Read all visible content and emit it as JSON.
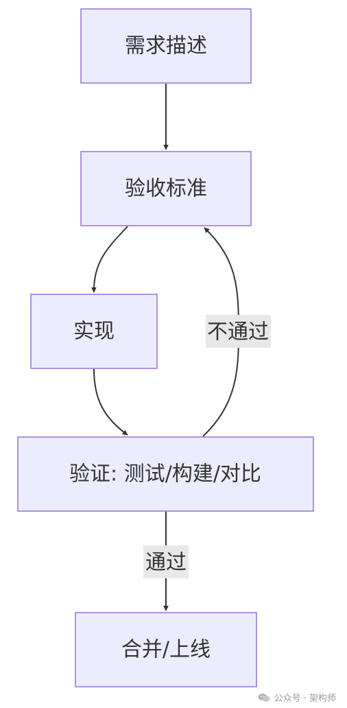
{
  "nodes": {
    "requirement": "需求描述",
    "acceptance": "验收标准",
    "implement": "实现",
    "verify": "验证: 测试/构建/对比",
    "merge": "合并/上线"
  },
  "edges": {
    "fail_label": "不通过",
    "pass_label": "通过"
  },
  "watermark": {
    "text": "公众号 · 架构师"
  },
  "colors": {
    "node_fill": "#ECECFF",
    "node_stroke": "#9370DB",
    "edge": "#333333",
    "label_bg": "#E8E8E8"
  }
}
